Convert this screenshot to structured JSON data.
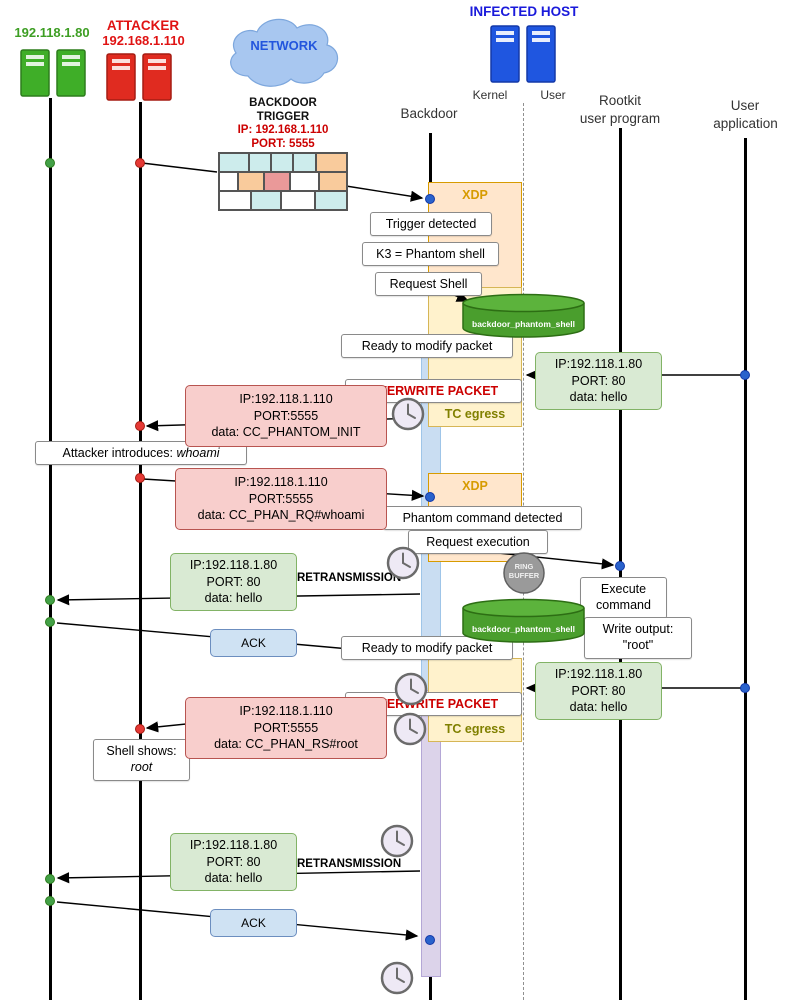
{
  "participants": {
    "host": {
      "ip": "192.118.1.80"
    },
    "attacker": {
      "name": "ATTACKER",
      "ip": "192.168.1.110"
    },
    "network": {
      "name": "NETWORK"
    },
    "infected_host": {
      "name": "INFECTED HOST",
      "kernel": "Kernel",
      "user": "User"
    },
    "backdoor": {
      "name": "Backdoor"
    },
    "rootkit": {
      "name1": "Rootkit",
      "name2": "user program"
    },
    "user_app": {
      "name1": "User",
      "name2": "application"
    }
  },
  "trigger_block": {
    "line1": "BACKDOOR",
    "line2": "TRIGGER",
    "ip": "IP: 192.168.1.110",
    "port": "PORT: 5555"
  },
  "packet_diagram": {
    "rows": [
      [
        [
          "#cdecec",
          30
        ],
        [
          "#cdecec",
          22
        ],
        [
          "#cdecec",
          22
        ],
        [
          "#cdecec",
          22
        ],
        [
          "#f9cb9c",
          32
        ]
      ],
      [
        [
          "#ffffff",
          18
        ],
        [
          "#f9cb9c",
          26
        ],
        [
          "#ea9999",
          26
        ],
        [
          "#ffffff",
          30
        ],
        [
          "#f9cb9c",
          28
        ]
      ],
      [
        [
          "#ffffff",
          32
        ],
        [
          "#cdecec",
          30
        ],
        [
          "#ffffff",
          34
        ],
        [
          "#cdecec",
          32
        ]
      ]
    ]
  },
  "regions": {
    "xdp": "XDP",
    "tc_egress": "TC egress"
  },
  "messages": {
    "trigger_detected": "Trigger detected",
    "k3": "K3 = Phantom shell",
    "request_shell": "Request Shell",
    "ready_modify": "Ready to modify packet",
    "overwrite": "OVERWRITE PACKET",
    "phantom_detected": "Phantom command detected",
    "request_exec": "Request execution",
    "execute_command": "Execute command",
    "write_output1": "Write output:",
    "write_output2": "\"root\"",
    "retransmission": "RETRANSMISSION",
    "ack": "ACK",
    "attacker_prefix": "Attacker introduces: ",
    "attacker_cmd": "whoami",
    "shell_prefix": "Shell shows:",
    "shell_result": "root"
  },
  "packets": {
    "hello": {
      "ip": "IP:192.118.1.80",
      "port": "PORT: 80",
      "data": "data: hello"
    },
    "init": {
      "ip": "IP:192.118.1.110",
      "port": "PORT:5555",
      "data": "data: CC_PHANTOM_INIT"
    },
    "rq": {
      "ip": "IP:192.118.1.110",
      "port": "PORT:5555",
      "data": "data: CC_PHAN_RQ#whoami"
    },
    "rs": {
      "ip": "IP:192.118.1.110",
      "port": "PORT:5555",
      "data": "data: CC_PHAN_RS#root"
    }
  },
  "datastore": {
    "name": "backdoor_phantom_shell"
  },
  "ring_buffer": {
    "line1": "RING",
    "line2": "BUFFER"
  },
  "colors": {
    "host_green": "#3d9e23",
    "attacker_red": "#e01313",
    "network_blue": "#2255dd",
    "infected_blue": "#1a1adb",
    "xdp_orange": "#d79b00",
    "tc_olive": "#808000",
    "overwrite_red": "#cc0000",
    "packet_green_bg": "#d9ead3",
    "packet_pink_bg": "#f8cecc",
    "ack_blue_bg": "#cfe2f3",
    "cylinder_green": "#4a9e2d",
    "activation_blue": "#c9ddf2",
    "activation_purple": "#dcd3ea"
  }
}
